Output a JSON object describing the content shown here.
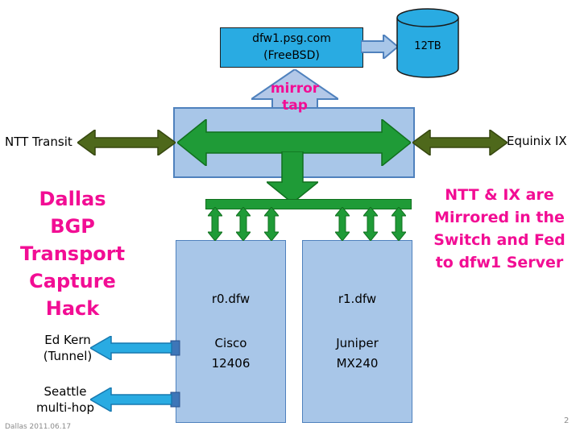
{
  "diagram": {
    "server": {
      "line1": "dfw1.psg.com",
      "line2": "(FreeBSD)"
    },
    "storage": {
      "label": "12TB"
    },
    "mirror_tap": {
      "line1": "mirror",
      "line2": "tap"
    },
    "ntt_transit": {
      "label": "NTT Transit"
    },
    "equinix_ix": {
      "label": "Equinix IX"
    },
    "router_left": {
      "name": "r0.dfw",
      "vendor": "Cisco",
      "model": "12406"
    },
    "router_right": {
      "name": "r1.dfw",
      "vendor": "Juniper",
      "model": "MX240"
    },
    "tunnel1": {
      "line1": "Ed Kern",
      "line2": "(Tunnel)"
    },
    "tunnel2": {
      "line1": "Seattle",
      "line2": "multi-hop"
    }
  },
  "titles": {
    "left": {
      "lines": [
        "Dallas",
        "BGP",
        "Transport",
        "Capture",
        "Hack"
      ]
    },
    "right": {
      "lines": [
        "NTT & IX are",
        "Mirrored in the",
        "Switch and Fed",
        "to dfw1 Server"
      ]
    }
  },
  "footer": {
    "date": "Dallas 2011.06.17",
    "page": "2"
  },
  "colors": {
    "cyan": "#29ABE2",
    "panel_blue": "#A8C6E8",
    "panel_border": "#4F81BD",
    "green": "#1F9B37",
    "olive": "#4E681B",
    "magenta": "#F20D94",
    "footer_gray": "#8A8A8A"
  }
}
